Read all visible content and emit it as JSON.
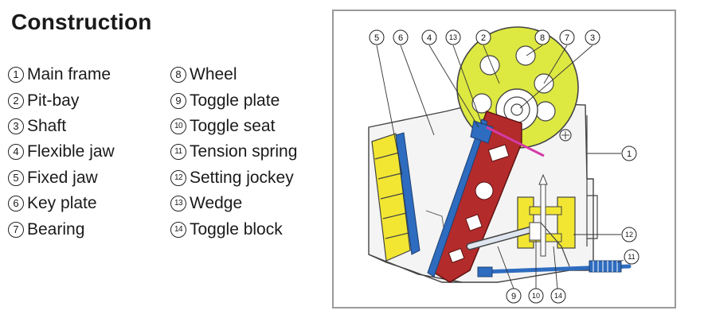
{
  "title": "Construction",
  "legend": {
    "col1": [
      {
        "num": "1",
        "label": "Main frame"
      },
      {
        "num": "2",
        "label": "Pit-bay"
      },
      {
        "num": "3",
        "label": "Shaft"
      },
      {
        "num": "4",
        "label": "Flexible jaw"
      },
      {
        "num": "5",
        "label": "Fixed jaw"
      },
      {
        "num": "6",
        "label": "Key plate"
      },
      {
        "num": "7",
        "label": "Bearing"
      }
    ],
    "col2": [
      {
        "num": "8",
        "label": "Wheel"
      },
      {
        "num": "9",
        "label": "Toggle plate"
      },
      {
        "num": "10",
        "label": "Toggle seat"
      },
      {
        "num": "11",
        "label": "Tension spring"
      },
      {
        "num": "12",
        "label": "Setting jockey"
      },
      {
        "num": "13",
        "label": "Wedge"
      },
      {
        "num": "14",
        "label": "Toggle block"
      }
    ]
  },
  "diagram": {
    "callouts_top": [
      "5",
      "6",
      "4",
      "13",
      "2",
      "8",
      "7",
      "3"
    ],
    "callouts_right": [
      "1",
      "12",
      "11"
    ],
    "callouts_bottom": [
      "9",
      "10",
      "14"
    ]
  },
  "colors": {
    "wheel": "#dde841",
    "flexible_jaw": "#b42b2b",
    "fixed_jaw_liner": "#2e6cc0",
    "yellow_parts": "#f2e633",
    "frame_line": "#444444"
  }
}
